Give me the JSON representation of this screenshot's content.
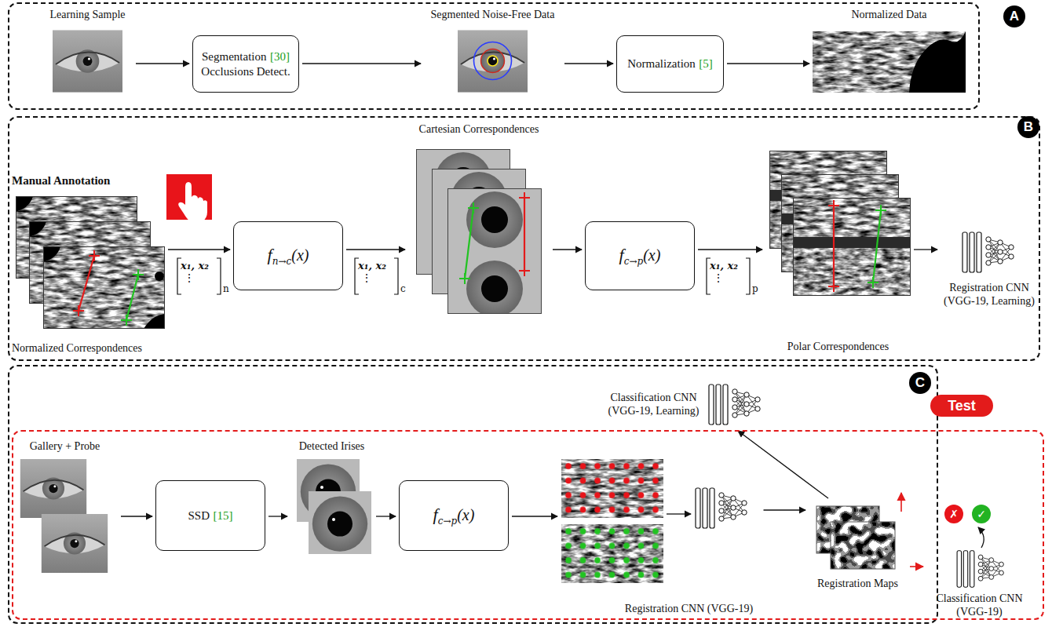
{
  "diagram": {
    "nodes": [
      {
        "text": [
          "A"
        ]
      },
      {
        "text": [
          "Learning Sample"
        ],
        "in": 0
      },
      {
        "text": [
          "Segmentation",
          "[30]",
          "Occlusions Detect."
        ],
        "in": 0
      },
      {
        "text": [
          "Segmented Noise-Free Data"
        ],
        "in": 0
      },
      {
        "text": [
          "Normalization",
          "[5]"
        ],
        "in": 0
      },
      {
        "text": [
          "Normalized Data"
        ],
        "in": 0
      },
      {
        "text": [
          "B"
        ]
      },
      {
        "text": [
          "Manual Annotation",
          "Normalized Correspondences"
        ],
        "in": 6
      },
      {
        "text": [
          "f",
          "n→c",
          "(x)"
        ],
        "in": 6
      },
      {
        "text": [
          "Cartesian Correspondences"
        ],
        "in": 6
      },
      {
        "text": [
          "f",
          "c→p",
          "(x)"
        ],
        "in": 6
      },
      {
        "text": [
          "Polar Correspondences"
        ],
        "in": 6
      },
      {
        "text": [
          "Registration CNN (VGG-19, Learning)"
        ],
        "in": 6
      },
      {
        "text": [
          "C"
        ]
      },
      {
        "text": [
          "Classification CNN (VGG-19, Learning)"
        ],
        "in": 13
      },
      {
        "text": [
          "Test"
        ]
      },
      {
        "text": [
          "Gallery + Probe"
        ],
        "in": 15
      },
      {
        "text": [
          "SSD",
          "[15]"
        ],
        "in": 15
      },
      {
        "text": [
          "Detected Irises"
        ],
        "in": 15
      },
      {
        "text": [
          "f",
          "c→p",
          "(x)"
        ],
        "in": 15
      },
      {
        "text": [
          "Registration CNN (VGG-19)"
        ],
        "in": 15
      },
      {
        "text": [
          "Registration Maps"
        ],
        "in": 15
      },
      {
        "text": [
          "Classification CNN (VGG-19)"
        ],
        "in": 15
      }
    ],
    "edges": [
      {
        "from": 1,
        "to": 2,
        "arrow": "to"
      },
      {
        "from": 2,
        "to": 3,
        "arrow": "to"
      },
      {
        "from": 3,
        "to": 4,
        "arrow": "to"
      },
      {
        "from": 4,
        "to": 5,
        "arrow": "to"
      },
      {
        "from": 7,
        "to": 8,
        "arrow": "to"
      },
      {
        "from": 8,
        "to": 9,
        "arrow": "to"
      },
      {
        "from": 9,
        "to": 10,
        "arrow": "to"
      },
      {
        "from": 10,
        "to": 11,
        "arrow": "to"
      },
      {
        "from": 11,
        "to": 12,
        "arrow": "to"
      },
      {
        "from": 16,
        "to": 17,
        "arrow": "to"
      },
      {
        "from": 17,
        "to": 18,
        "arrow": "to"
      },
      {
        "from": 18,
        "to": 19,
        "arrow": "to"
      },
      {
        "from": 20,
        "to": 21,
        "arrow": "to"
      },
      {
        "from": 21,
        "to": 14,
        "arrow": "to"
      },
      {
        "from": 21,
        "to": 22,
        "arrow": "to"
      }
    ],
    "labels": [
      "x₁, x₂",
      "⋮",
      "n",
      "x₁, x₂",
      "⋮",
      "c",
      "x₁, x₂",
      "⋮",
      "p",
      "✗",
      "✓"
    ]
  }
}
